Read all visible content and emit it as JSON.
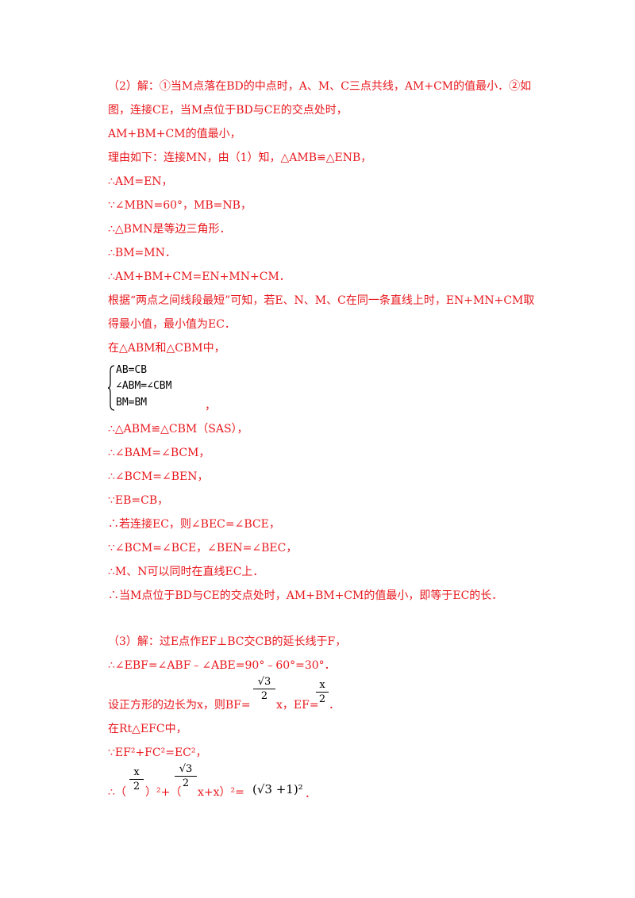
{
  "part2": {
    "line1": "（2）解：①当M点落在BD的中点时，A、M、C三点共线，AM+CM的值最小．②如",
    "line2": "图，连接CE，当M点位于BD与CE的交点处时，",
    "line3": "AM+BM+CM的值最小，",
    "line4": "理由如下：连接MN，由（1）知，△AMB≌△ENB，",
    "line5": "∴AM=EN，",
    "line6": "∵∠MBN=60°，MB=NB，",
    "line7": "∴△BMN是等边三角形．",
    "line8": "∴BM=MN．",
    "line9": "∴AM+BM+CM=EN+MN+CM．",
    "line10": "根据“两点之间线段最短”可知，若E、N、M、C在同一条直线上时，EN+MN+CM取",
    "line11": "得最小值，最小值为EC．",
    "line12": "在△ABM和△CBM中，",
    "sys1": "AB=CB",
    "sys2": "∠ABM=∠CBM",
    "sys3": "BM=BM",
    "sys_comma": "，",
    "line13": "∴△ABM≌△CBM（SAS），",
    "line14": "∴∠BAM=∠BCM，",
    "line15": "∴∠BCM=∠BEN，",
    "line16": "∵EB=CB，",
    "line17": "∴若连接EC，则∠BEC=∠BCE，",
    "line18": "∵∠BCM=∠BCE，∠BEN=∠BEC，",
    "line19": "∴M、N可以同时在直线EC上．",
    "line20": "∴当M点位于BD与CE的交点处时，AM+BM+CM的值最小，即等于EC的长．"
  },
  "part3": {
    "line1": "（3）解：过E点作EF⊥BC交CB的延长线于F，",
    "line2": "∴∠EBF=∠ABF﹣∠ABE=90°﹣60°=30°．",
    "line3_pre": "设正方形的边长为x，则BF=",
    "frac_sqrt3": "√3",
    "frac_two": "2",
    "frac_x": "x",
    "line3_mid1": "x，EF=",
    "line3_end": "．",
    "line4": "在Rt△EFC中，",
    "line5": "∵EF²+FC²=EC²，",
    "line6_pre": "∴（",
    "line6_mid1": "）²+（",
    "line6_mid2": "x+x）²=",
    "line6_rhs": "(√3 +1)²",
    "line6_end": "．"
  }
}
